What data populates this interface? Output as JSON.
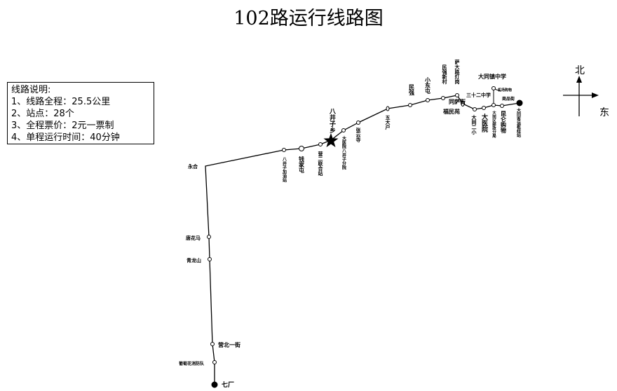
{
  "title": "102路运行线路图",
  "info": {
    "heading": "线路说明:",
    "lines": [
      "1、线路全程：25.5公里",
      "2、站点：28个",
      "3、全程票价：2元一票制",
      "4、单程运行时间：40分钟"
    ]
  },
  "compass": {
    "north": "北",
    "east": "东"
  },
  "stops": [
    "七厂",
    "葡萄花消防队",
    "营北一街",
    "青龙山",
    "唐花马",
    "永合",
    "八井子加油站",
    "钱家屯",
    "营二联合站",
    "八井子乡",
    "大医院八井子分院",
    "张云寺",
    "五大户",
    "民强",
    "小东屯",
    "民强新村",
    "萨大路灯岗",
    "同萨街",
    "福民苑",
    "大同二小",
    "三十二中学",
    "大医院",
    "大同镇中学",
    "大同区邮政分局",
    "昆仑购物",
    "机场购物",
    "商品街",
    "大同客运枢纽站"
  ]
}
